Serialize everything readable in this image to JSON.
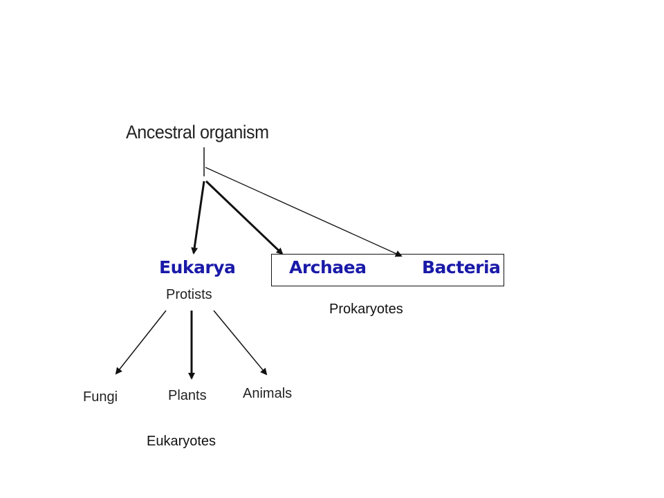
{
  "root": "Ancestral organism",
  "domains": {
    "eukarya": "Eukarya",
    "archaea": "Archaea",
    "bacteria": "Bacteria"
  },
  "protists": "Protists",
  "kingdoms": {
    "fungi": "Fungi",
    "plants": "Plants",
    "animals": "Animals"
  },
  "groups": {
    "prokaryotes": "Prokaryotes",
    "eukaryotes": "Eukaryotes"
  },
  "colors": {
    "domain_text": "#1a1aa8",
    "lines": "#111111"
  }
}
